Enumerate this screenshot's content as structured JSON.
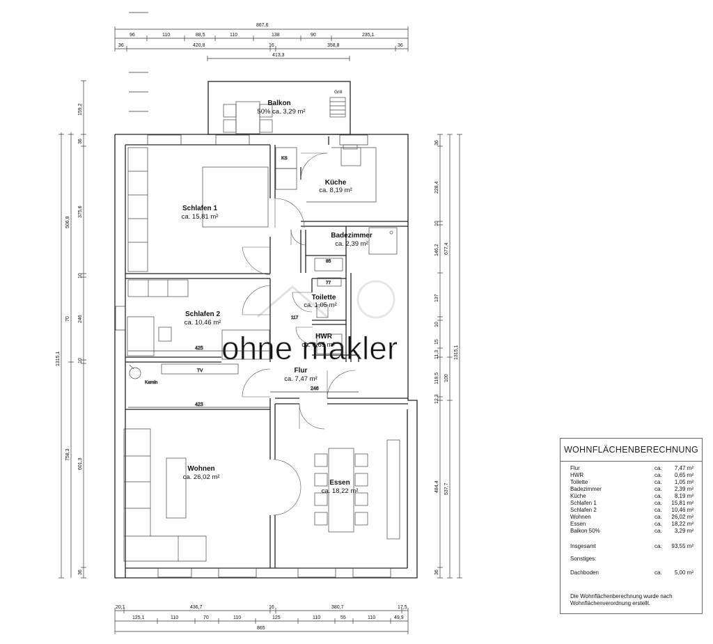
{
  "rooms": [
    {
      "key": "balkon",
      "name": "Balkon",
      "area": "50% ca. 3,29 m²"
    },
    {
      "key": "schlafen1",
      "name": "Schlafen 1",
      "area": "ca. 15,81 m²"
    },
    {
      "key": "kueche",
      "name": "Küche",
      "area": "ca. 8,19 m²"
    },
    {
      "key": "bad",
      "name": "Badezimmer",
      "area": "ca. 2,39 m²"
    },
    {
      "key": "schlafen2",
      "name": "Schlafen  2",
      "area": "ca. 10,46 m²"
    },
    {
      "key": "toilette",
      "name": "Toilette",
      "area": "ca. 1,05 m²"
    },
    {
      "key": "hwr",
      "name": "HWR",
      "area": "ca. 0,65 m²"
    },
    {
      "key": "flur",
      "name": "Flur",
      "area": "ca. 7,47 m²"
    },
    {
      "key": "wohnen",
      "name": "Wohnen",
      "area": "ca. 26,02 m²"
    },
    {
      "key": "essen",
      "name": "Essen",
      "area": "ca. 18,22 m²"
    }
  ],
  "fixtures": {
    "grill": "Grill",
    "ks": "KS",
    "kamin": "Kamin",
    "tv": "TV",
    "w85": "85",
    "w77": "77"
  },
  "dims": {
    "top": [
      "867,6",
      "96",
      "110",
      "88,5",
      "110",
      "138",
      "90",
      "235,1",
      "36",
      "420,8",
      "16",
      "358,8",
      "36",
      "413,3"
    ],
    "bottom": [
      "20,1",
      "436,7",
      "16",
      "380,7",
      "17,5",
      "125,1",
      "110",
      "70",
      "110",
      "125",
      "110",
      "55",
      "110",
      "49,9",
      "865"
    ],
    "left": [
      "159,2",
      "36",
      "375,6",
      "506,8",
      "10",
      "246",
      "70",
      "10",
      "1315,1",
      "601,3",
      "758,3",
      "36"
    ],
    "right": [
      "36",
      "228,4",
      "10",
      "146,2",
      "677,4",
      "137",
      "10",
      "15",
      "11,3",
      "118,5",
      "100",
      "12,3",
      "1315,1",
      "484,4",
      "537,7",
      "36"
    ],
    "interior": [
      "425",
      "117",
      "246",
      "423"
    ]
  },
  "watermark": "ohne makler",
  "calc": {
    "title": "WOHNFLÄCHENBERECHNUNG",
    "rows": [
      {
        "label": "Flur",
        "ca": "ca.",
        "value": "7,47 m²"
      },
      {
        "label": "HWR",
        "ca": "ca.",
        "value": "0,65 m²"
      },
      {
        "label": "Toilette",
        "ca": "ca.",
        "value": "1,05 m²"
      },
      {
        "label": "Badezimmer",
        "ca": "ca.",
        "value": "2,39 m²"
      },
      {
        "label": "Küche",
        "ca": "ca.",
        "value": "8,19 m²"
      },
      {
        "label": "Schlafen 1",
        "ca": "ca.",
        "value": "15,81 m²"
      },
      {
        "label": "Schlafen 2",
        "ca": "ca.",
        "value": "10,46 m²"
      },
      {
        "label": "Wohnen",
        "ca": "ca.",
        "value": "26,02 m²"
      },
      {
        "label": "Essen",
        "ca": "ca.",
        "value": "18,22 m²"
      },
      {
        "label": "Balkon 50%",
        "ca": "ca.",
        "value": "3,29 m²"
      }
    ],
    "total": {
      "label": "Insgesamt",
      "ca": "ca.",
      "value": "93,55 m²"
    },
    "other_label": "Sonstiges:",
    "attic": {
      "label": "Dachboden",
      "ca": "ca.",
      "value": "5,00 m²"
    },
    "note": "Die Wohnflächenberechnung wurde nach Wohnflächenverordnung erstellt."
  }
}
